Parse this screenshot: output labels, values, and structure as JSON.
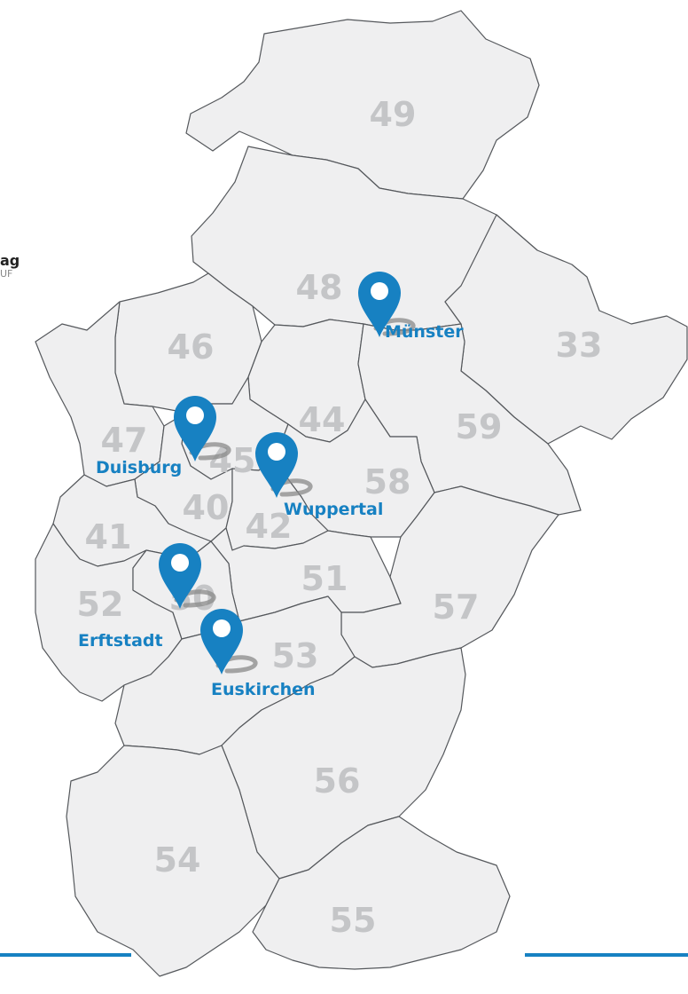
{
  "side_text": {
    "title": "ag",
    "subtitle": "UF"
  },
  "colors": {
    "accent": "#1781c2",
    "region_fill": "#efeff0",
    "region_stroke": "#55585c",
    "region_label": "#c4c5c7"
  },
  "regions": [
    {
      "code": "49"
    },
    {
      "code": "48"
    },
    {
      "code": "33"
    },
    {
      "code": "46"
    },
    {
      "code": "47"
    },
    {
      "code": "44"
    },
    {
      "code": "59"
    },
    {
      "code": "45"
    },
    {
      "code": "58"
    },
    {
      "code": "40"
    },
    {
      "code": "42"
    },
    {
      "code": "41"
    },
    {
      "code": "51"
    },
    {
      "code": "57"
    },
    {
      "code": "52"
    },
    {
      "code": "50"
    },
    {
      "code": "53"
    },
    {
      "code": "56"
    },
    {
      "code": "54"
    },
    {
      "code": "55"
    }
  ],
  "locations": [
    {
      "city": "Münster",
      "icon": "map-pin-icon"
    },
    {
      "city": "Duisburg",
      "icon": "map-pin-icon"
    },
    {
      "city": "Wuppertal",
      "icon": "map-pin-icon"
    },
    {
      "city": "Erftstadt",
      "icon": "map-pin-icon"
    },
    {
      "city": "Euskirchen",
      "icon": "map-pin-icon"
    }
  ]
}
